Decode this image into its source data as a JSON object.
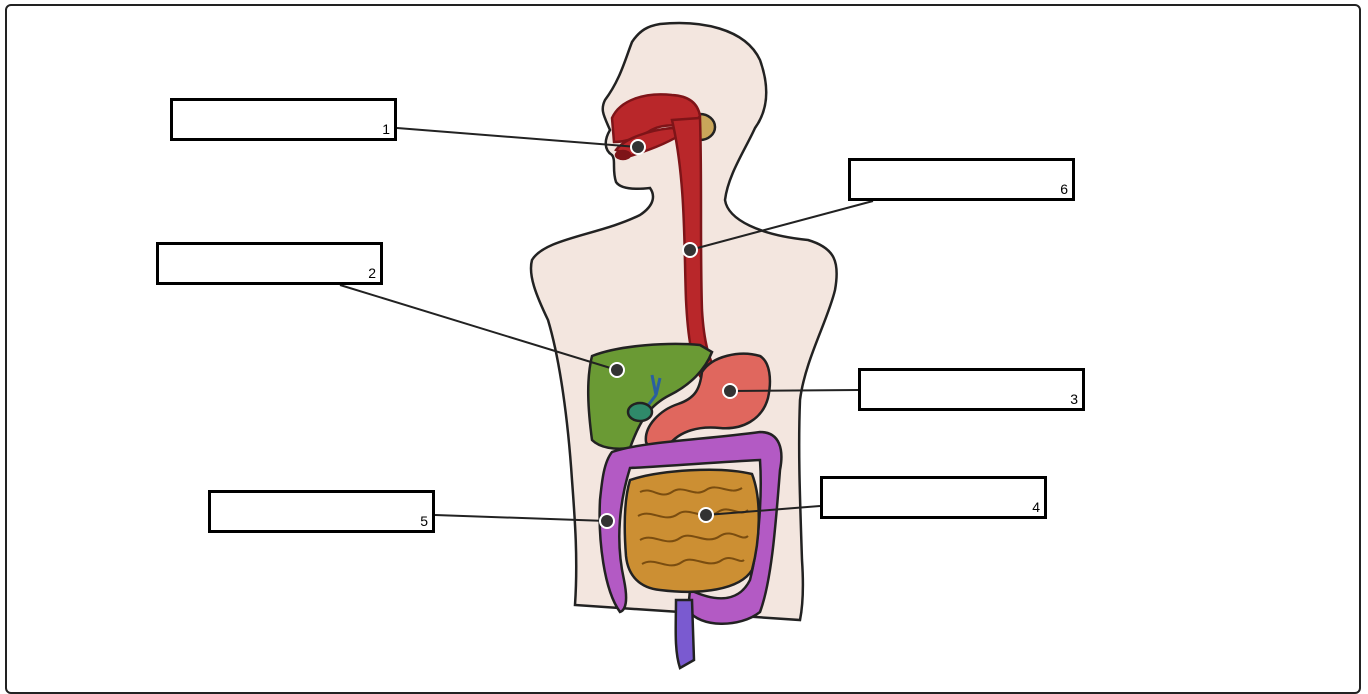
{
  "colors": {
    "skin": "#f3e6df",
    "outline": "#222222",
    "esophagus": "#b9272a",
    "esophagus_dark": "#7e1418",
    "liver": "#6a9a34",
    "gallbladder": "#2f8a6a",
    "stomach": "#e0675e",
    "small_intestine": "#cc8f33",
    "large_intestine": "#b35ac4",
    "salivary_gland": "#c9a65a",
    "rectum": "#7a5ad0",
    "pointer_dot": "#333333"
  },
  "labels": [
    {
      "number": "1",
      "part": "mouth",
      "value": ""
    },
    {
      "number": "2",
      "part": "liver",
      "value": ""
    },
    {
      "number": "3",
      "part": "stomach",
      "value": ""
    },
    {
      "number": "4",
      "part": "small-intestine",
      "value": ""
    },
    {
      "number": "5",
      "part": "large-intestine",
      "value": ""
    },
    {
      "number": "6",
      "part": "esophagus",
      "value": ""
    }
  ]
}
